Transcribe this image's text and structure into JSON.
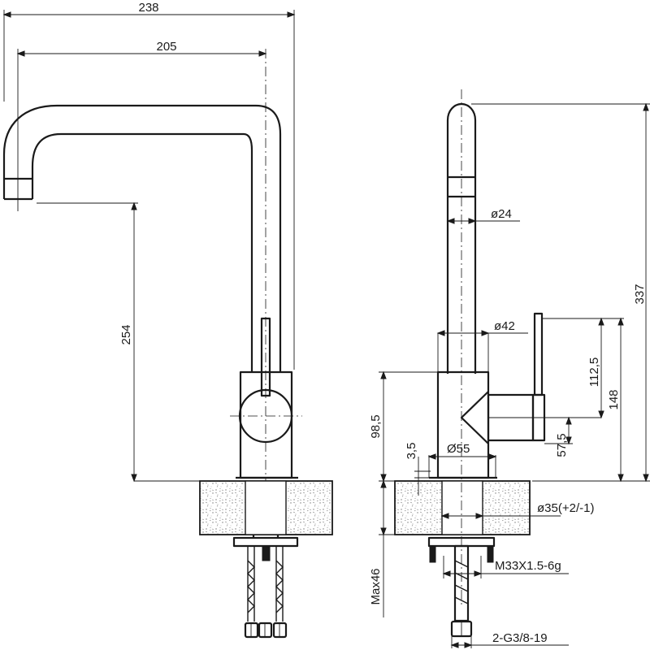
{
  "drawing": {
    "colors": {
      "line": "#1a1a1a",
      "background": "#ffffff",
      "stone_hatch": "#777777"
    },
    "front_view": {
      "dimensions": {
        "overall_width": "238",
        "spout_reach": "205",
        "spout_height": "254"
      }
    },
    "side_view": {
      "dimensions": {
        "total_height": "337",
        "spout_diameter": "ø24",
        "body_diameter": "ø42",
        "handle_height": "112,5",
        "handle_top_height": "148",
        "body_height": "98,5",
        "handle_offset": "57,5",
        "base_ring": "3,5",
        "base_diameter": "Ø55",
        "hole_diameter": "ø35(+2/-1)",
        "thread": "M33X1.5-6g",
        "max_thickness": "Max46",
        "hose_connection": "2-G3/8-19"
      }
    }
  }
}
